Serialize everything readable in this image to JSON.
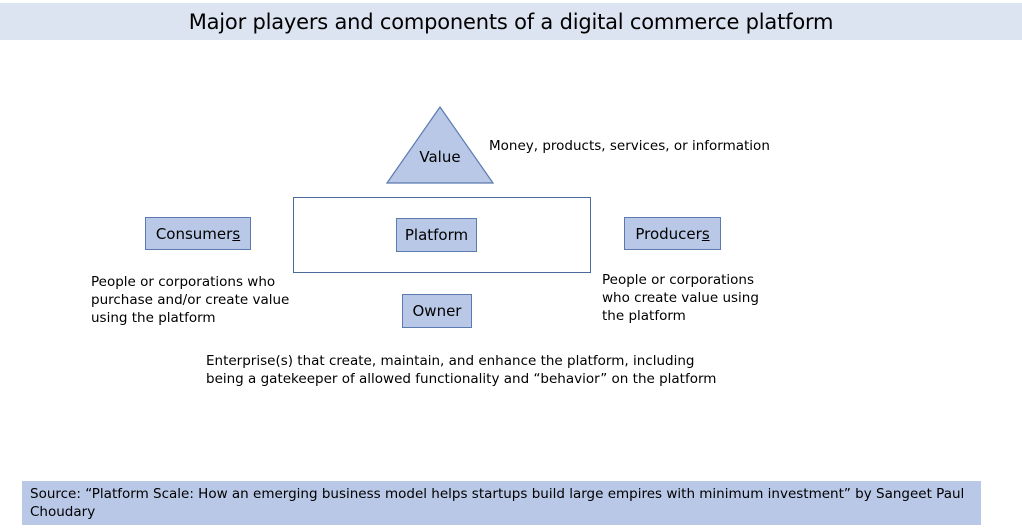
{
  "title": "Major players and components of a digital commerce platform",
  "value": {
    "label": "Value",
    "description": "Money, products, services, or information"
  },
  "consumers": {
    "label_main": "Consumer",
    "label_suffix": "s",
    "description_lines": [
      "People or corporations who",
      "purchase and/or create value",
      "using the platform"
    ]
  },
  "platform": {
    "label": "Platform"
  },
  "producers": {
    "label_main": "Producer",
    "label_suffix": "s",
    "description_lines": [
      "People or corporations",
      "who create value using",
      "the platform"
    ]
  },
  "owner": {
    "label": "Owner",
    "description_lines": [
      "Enterprise(s) that create, maintain, and enhance the platform, including",
      "being a gatekeeper of allowed functionality and “behavior” on the platform"
    ]
  },
  "source": "Source: “Platform Scale: How an emerging business model helps startups build large empires with minimum investment” by Sangeet Paul Choudary",
  "colors": {
    "title_bg": "#dde4f1",
    "box_fill": "#b8c8e6",
    "box_border": "#5a7ab0",
    "frame_border": "#4a6a9a"
  }
}
